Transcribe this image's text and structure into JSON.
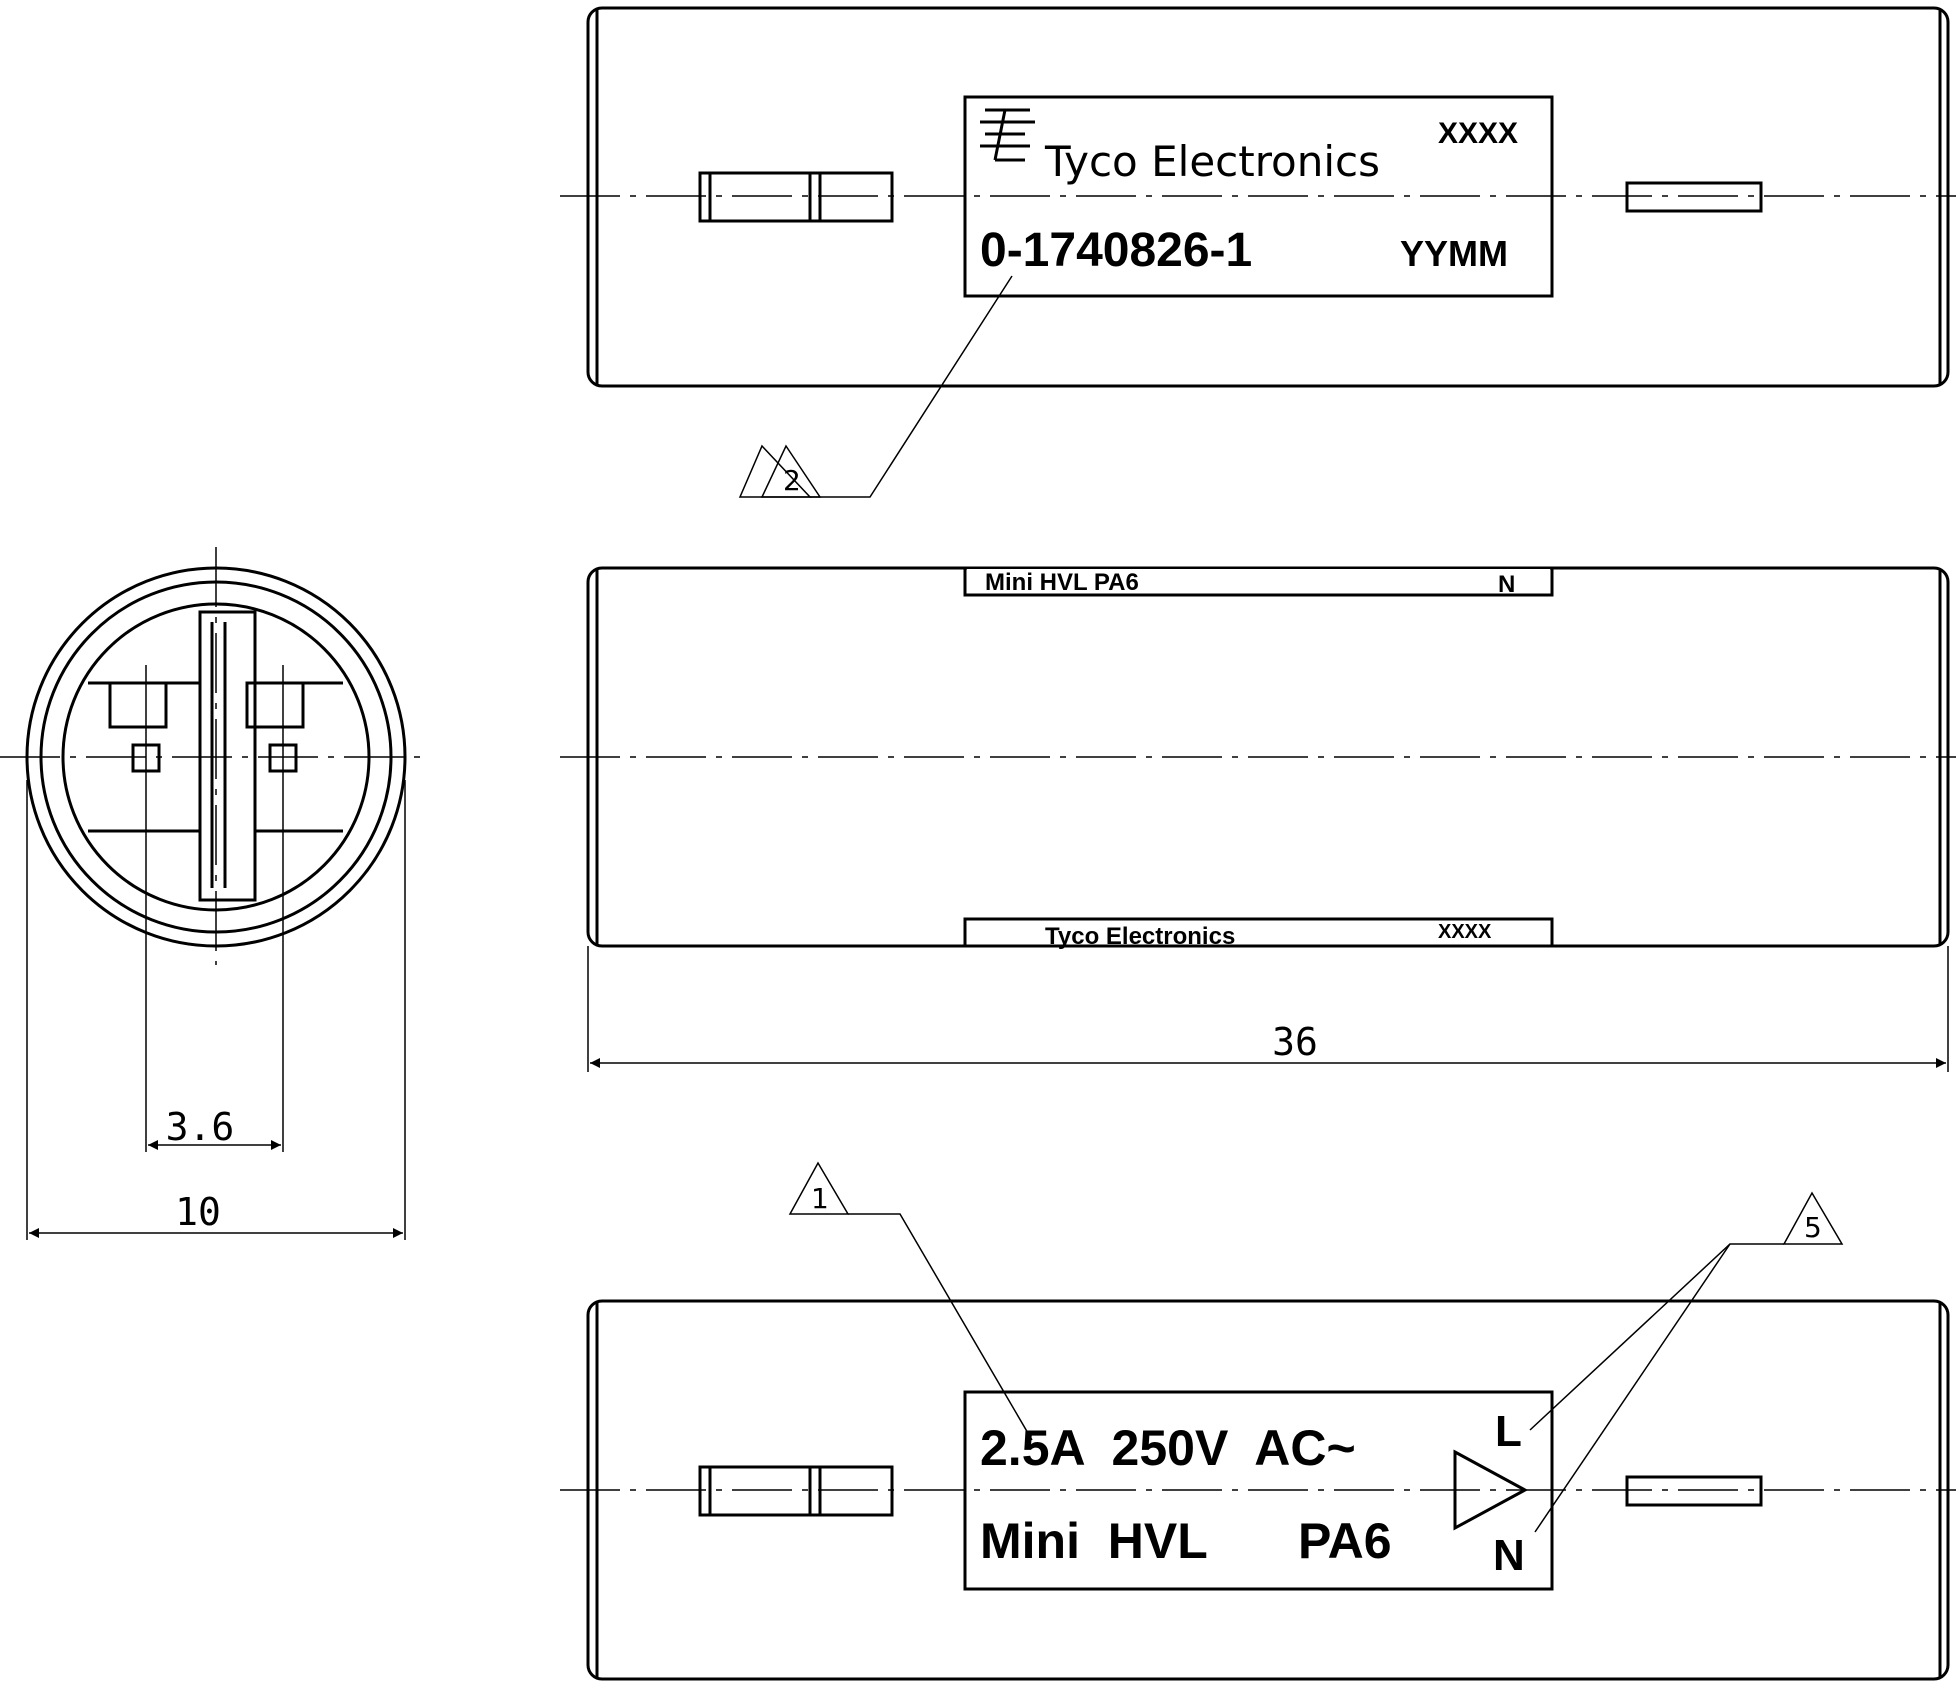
{
  "label_top": {
    "brand": "Tyco Electronics",
    "code": "XXXX",
    "part_number": "0-1740826-1",
    "date_code": "YYMM"
  },
  "label_bottom": {
    "rating": "2.5A  250V  AC~",
    "series": "Mini  HVL",
    "material": "PA6",
    "mark_l": "L",
    "mark_n": "N"
  },
  "side_view": {
    "top_edge_text": "Mini  HVL  PA6",
    "bottom_edge_text": "Tyco Electronics",
    "bottom_edge_code": "XXXX"
  },
  "dimensions": {
    "length": "36",
    "pin_spacing": "3.6",
    "diameter": "10"
  },
  "callouts": {
    "note_1": "1",
    "note_2": "2",
    "note_5": "5"
  }
}
